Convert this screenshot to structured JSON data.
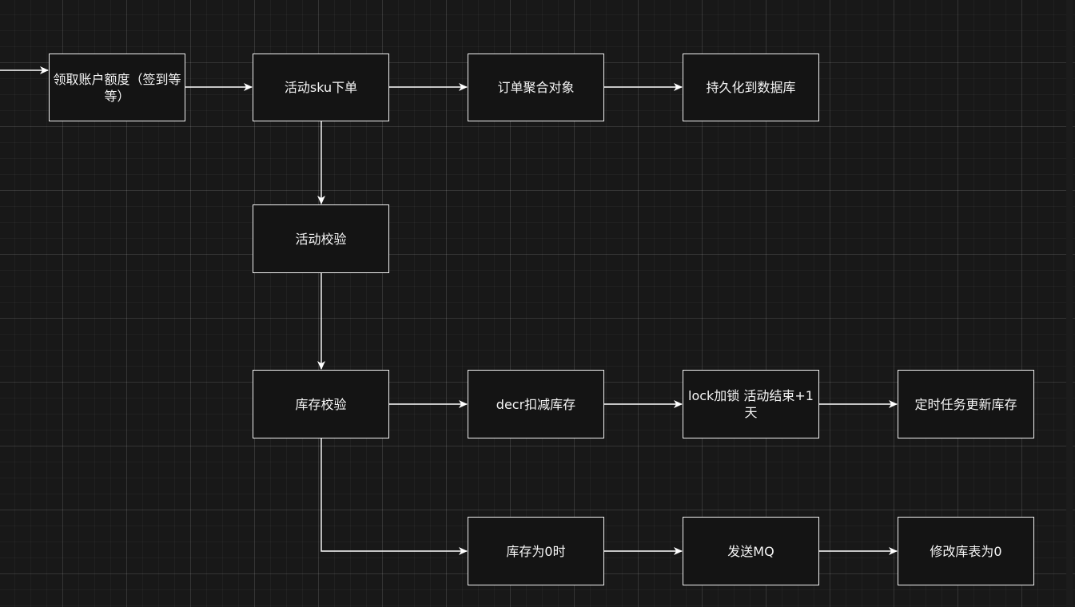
{
  "diagram": {
    "line_color": "#ffffff",
    "node_border_color": "#f2f2f2",
    "node_fill_color": "#141414",
    "background_color": "#181818",
    "nodes": {
      "claim_quota": "领取账户额度（签到等等）",
      "sku_order": "活动sku下单",
      "order_aggregate": "订单聚合对象",
      "persist_db": "持久化到数据库",
      "activity_check": "活动校验",
      "stock_check": "库存校验",
      "decr_stock": "decr扣减库存",
      "lock": "lock加锁 活动结束+1天",
      "scheduled_update": "定时任务更新库存",
      "stock_zero": "库存为0时",
      "send_mq": "发送MQ",
      "set_table_zero": "修改库表为0"
    },
    "edges": [
      {
        "from": "entry",
        "to": "claim_quota"
      },
      {
        "from": "claim_quota",
        "to": "sku_order"
      },
      {
        "from": "sku_order",
        "to": "order_aggregate"
      },
      {
        "from": "order_aggregate",
        "to": "persist_db"
      },
      {
        "from": "sku_order",
        "to": "activity_check"
      },
      {
        "from": "activity_check",
        "to": "stock_check"
      },
      {
        "from": "stock_check",
        "to": "decr_stock"
      },
      {
        "from": "decr_stock",
        "to": "lock"
      },
      {
        "from": "lock",
        "to": "scheduled_update"
      },
      {
        "from": "stock_check",
        "to": "stock_zero"
      },
      {
        "from": "stock_zero",
        "to": "send_mq"
      },
      {
        "from": "send_mq",
        "to": "set_table_zero"
      }
    ]
  }
}
